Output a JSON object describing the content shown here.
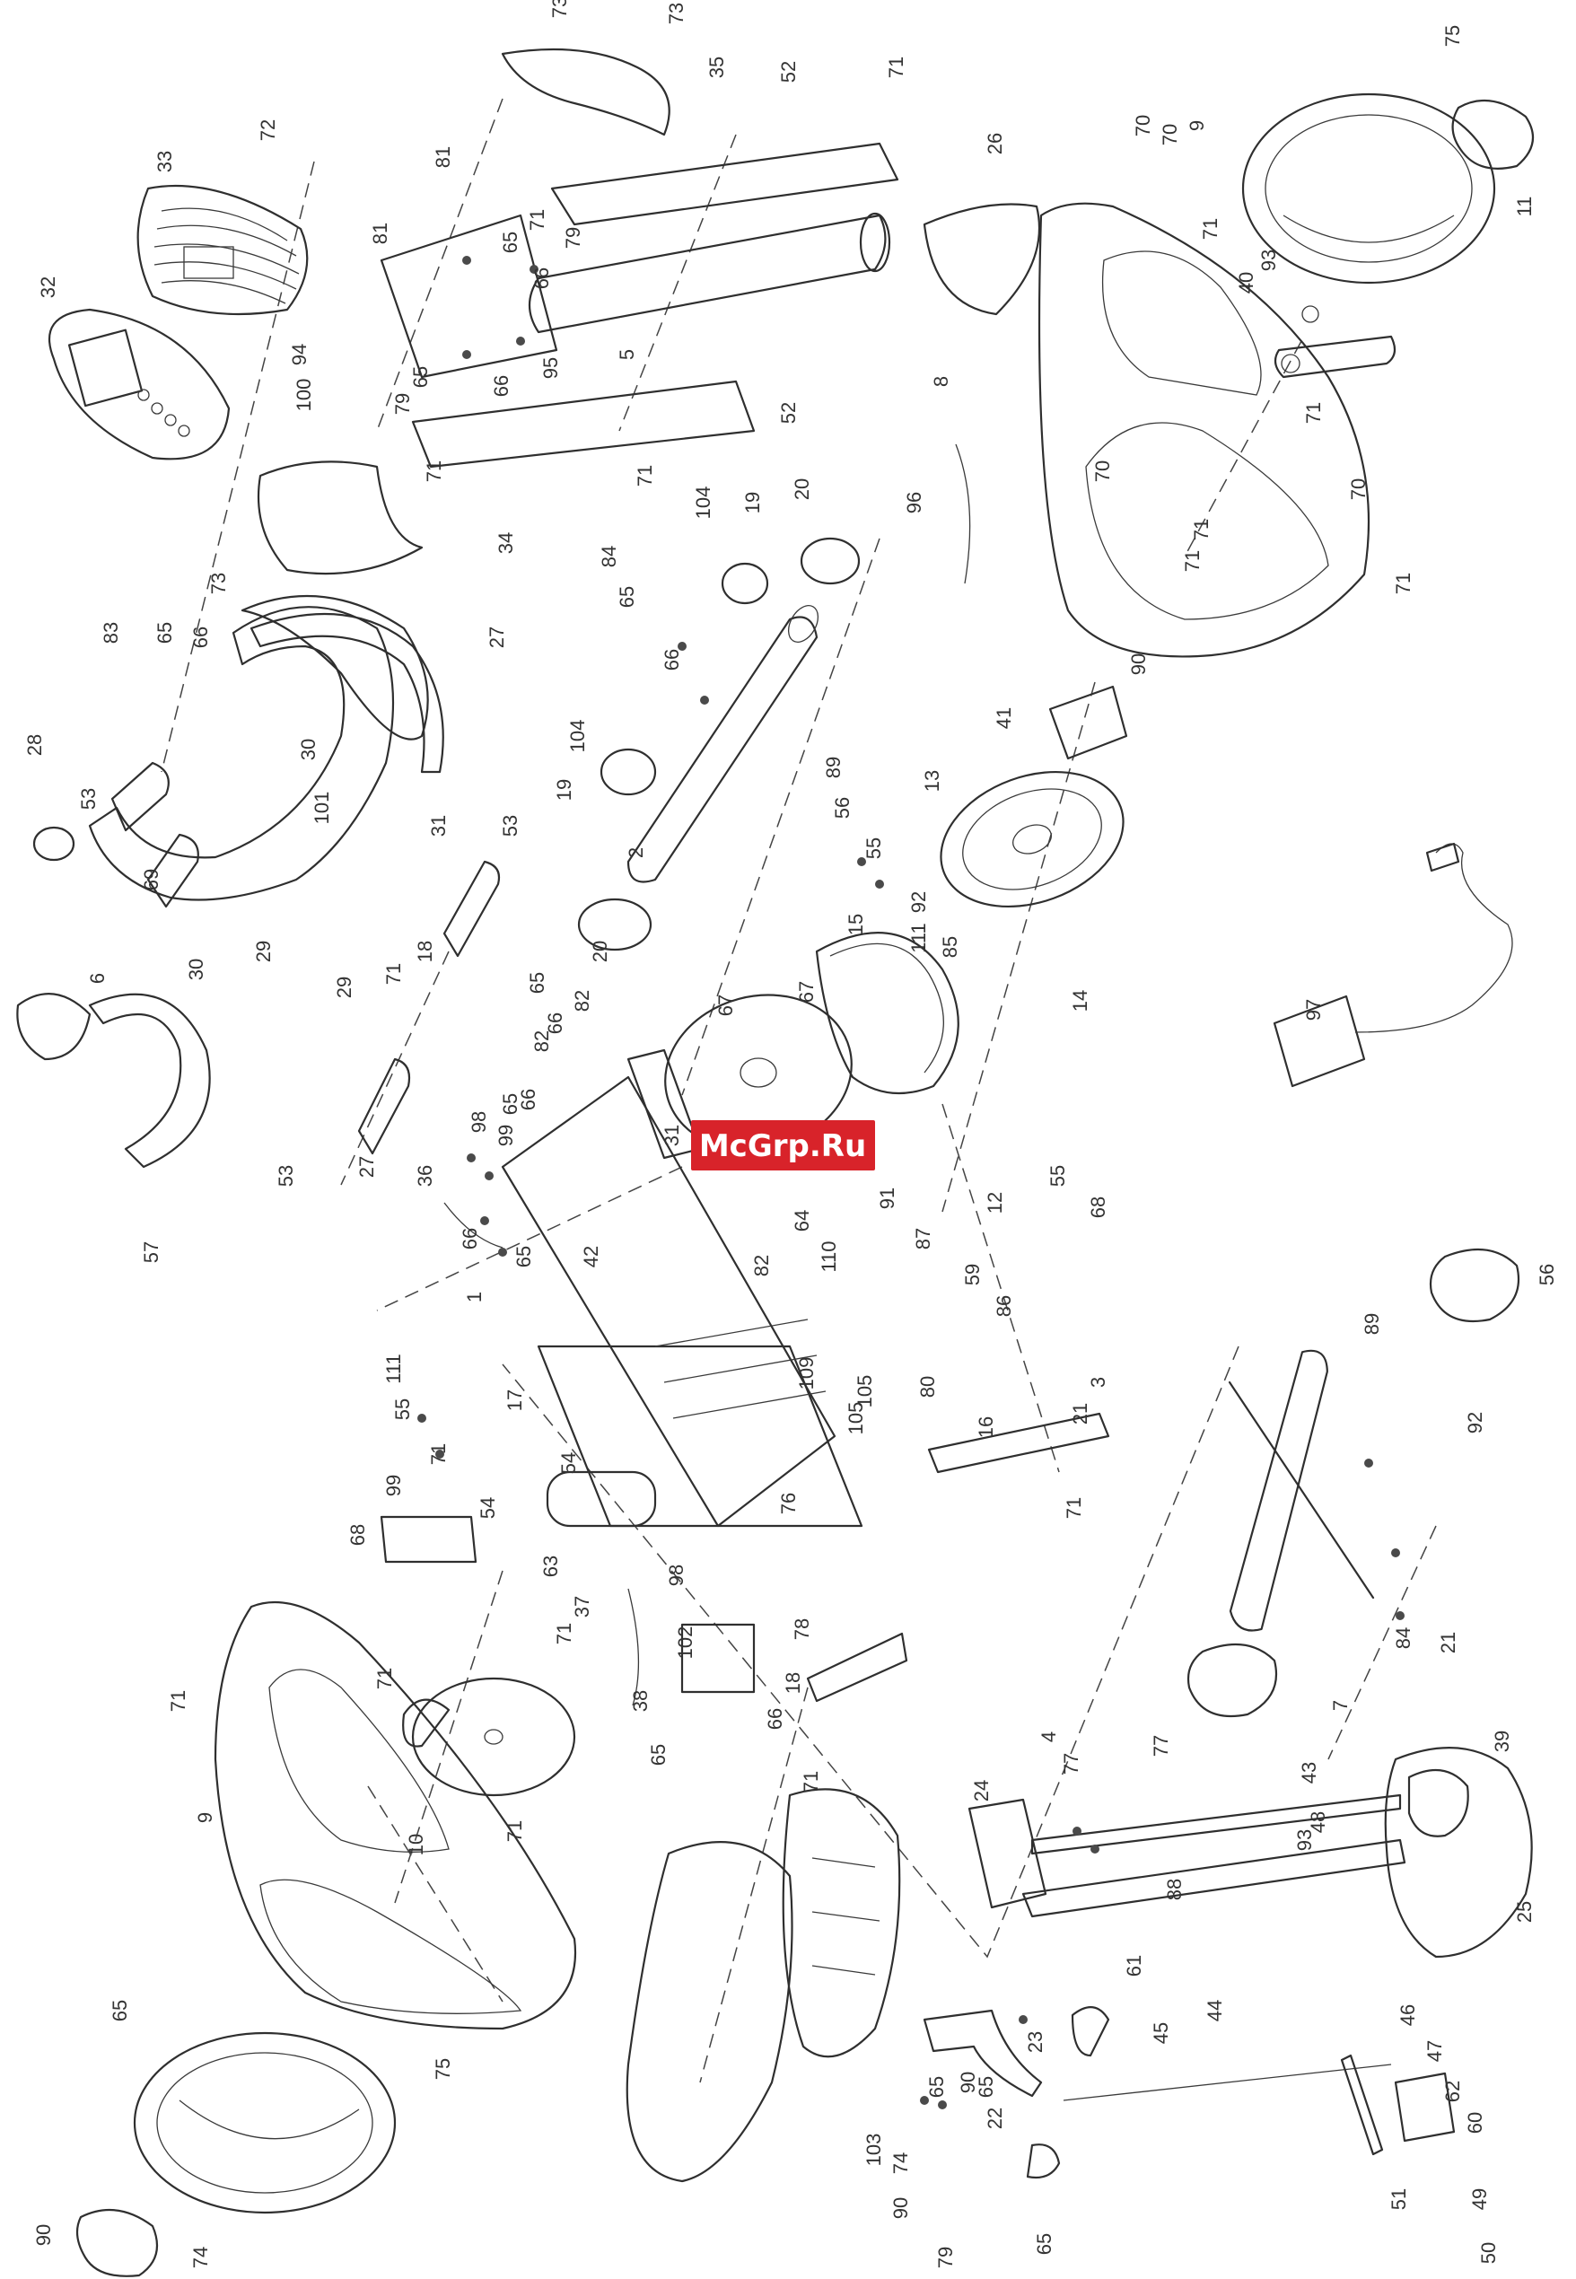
{
  "watermark": {
    "text": "McGrp.Ru",
    "background": "#d8232a"
  },
  "callouts": [
    {
      "label": "73"
    },
    {
      "label": "73"
    },
    {
      "label": "35"
    },
    {
      "label": "52"
    },
    {
      "label": "71"
    },
    {
      "label": "26"
    },
    {
      "label": "70"
    },
    {
      "label": "70"
    },
    {
      "label": "9"
    },
    {
      "label": "75"
    },
    {
      "label": "11"
    },
    {
      "label": "72"
    },
    {
      "label": "33"
    },
    {
      "label": "32"
    },
    {
      "label": "94"
    },
    {
      "label": "100"
    },
    {
      "label": "81"
    },
    {
      "label": "81"
    },
    {
      "label": "71"
    },
    {
      "label": "65"
    },
    {
      "label": "79"
    },
    {
      "label": "66"
    },
    {
      "label": "5"
    },
    {
      "label": "95"
    },
    {
      "label": "65"
    },
    {
      "label": "66"
    },
    {
      "label": "79"
    },
    {
      "label": "52"
    },
    {
      "label": "71"
    },
    {
      "label": "71"
    },
    {
      "label": "34"
    },
    {
      "label": "73"
    },
    {
      "label": "104"
    },
    {
      "label": "19"
    },
    {
      "label": "20"
    },
    {
      "label": "96"
    },
    {
      "label": "71"
    },
    {
      "label": "8"
    },
    {
      "label": "40"
    },
    {
      "label": "93"
    },
    {
      "label": "71"
    },
    {
      "label": "71"
    },
    {
      "label": "70"
    },
    {
      "label": "70"
    },
    {
      "label": "71"
    },
    {
      "label": "71"
    },
    {
      "label": "90"
    },
    {
      "label": "41"
    },
    {
      "label": "83"
    },
    {
      "label": "65"
    },
    {
      "label": "66"
    },
    {
      "label": "27"
    },
    {
      "label": "84"
    },
    {
      "label": "65"
    },
    {
      "label": "66"
    },
    {
      "label": "104"
    },
    {
      "label": "19"
    },
    {
      "label": "28"
    },
    {
      "label": "53"
    },
    {
      "label": "30"
    },
    {
      "label": "101"
    },
    {
      "label": "69"
    },
    {
      "label": "30"
    },
    {
      "label": "29"
    },
    {
      "label": "29"
    },
    {
      "label": "6"
    },
    {
      "label": "31"
    },
    {
      "label": "53"
    },
    {
      "label": "18"
    },
    {
      "label": "71"
    },
    {
      "label": "2"
    },
    {
      "label": "89"
    },
    {
      "label": "56"
    },
    {
      "label": "55"
    },
    {
      "label": "92"
    },
    {
      "label": "111"
    },
    {
      "label": "15"
    },
    {
      "label": "13"
    },
    {
      "label": "85"
    },
    {
      "label": "14"
    },
    {
      "label": "97"
    },
    {
      "label": "20"
    },
    {
      "label": "82"
    },
    {
      "label": "65"
    },
    {
      "label": "66"
    },
    {
      "label": "82"
    },
    {
      "label": "65"
    },
    {
      "label": "66"
    },
    {
      "label": "99"
    },
    {
      "label": "98"
    },
    {
      "label": "36"
    },
    {
      "label": "67"
    },
    {
      "label": "67"
    },
    {
      "label": "31"
    },
    {
      "label": "53"
    },
    {
      "label": "27"
    },
    {
      "label": "57"
    },
    {
      "label": "91"
    },
    {
      "label": "12"
    },
    {
      "label": "87"
    },
    {
      "label": "55"
    },
    {
      "label": "68"
    },
    {
      "label": "64"
    },
    {
      "label": "110"
    },
    {
      "label": "82"
    },
    {
      "label": "66"
    },
    {
      "label": "65"
    },
    {
      "label": "1"
    },
    {
      "label": "42"
    },
    {
      "label": "59"
    },
    {
      "label": "86"
    },
    {
      "label": "109"
    },
    {
      "label": "80"
    },
    {
      "label": "105"
    },
    {
      "label": "105"
    },
    {
      "label": "16"
    },
    {
      "label": "3"
    },
    {
      "label": "21"
    },
    {
      "label": "71"
    },
    {
      "label": "89"
    },
    {
      "label": "56"
    },
    {
      "label": "92"
    },
    {
      "label": "111"
    },
    {
      "label": "55"
    },
    {
      "label": "71"
    },
    {
      "label": "99"
    },
    {
      "label": "54"
    },
    {
      "label": "17"
    },
    {
      "label": "54"
    },
    {
      "label": "76"
    },
    {
      "label": "68"
    },
    {
      "label": "63"
    },
    {
      "label": "98"
    },
    {
      "label": "37"
    },
    {
      "label": "71"
    },
    {
      "label": "102"
    },
    {
      "label": "38"
    },
    {
      "label": "78"
    },
    {
      "label": "18"
    },
    {
      "label": "66"
    },
    {
      "label": "65"
    },
    {
      "label": "71"
    },
    {
      "label": "84"
    },
    {
      "label": "21"
    },
    {
      "label": "7"
    },
    {
      "label": "39"
    },
    {
      "label": "93"
    },
    {
      "label": "71"
    },
    {
      "label": "71"
    },
    {
      "label": "71"
    },
    {
      "label": "9"
    },
    {
      "label": "10"
    },
    {
      "label": "75"
    },
    {
      "label": "65"
    },
    {
      "label": "90"
    },
    {
      "label": "74"
    },
    {
      "label": "4"
    },
    {
      "label": "77"
    },
    {
      "label": "77"
    },
    {
      "label": "24"
    },
    {
      "label": "43"
    },
    {
      "label": "48"
    },
    {
      "label": "25"
    },
    {
      "label": "88"
    },
    {
      "label": "44"
    },
    {
      "label": "61"
    },
    {
      "label": "45"
    },
    {
      "label": "46"
    },
    {
      "label": "47"
    },
    {
      "label": "62"
    },
    {
      "label": "60"
    },
    {
      "label": "49"
    },
    {
      "label": "50"
    },
    {
      "label": "51"
    },
    {
      "label": "65"
    },
    {
      "label": "79"
    },
    {
      "label": "90"
    },
    {
      "label": "74"
    },
    {
      "label": "103"
    },
    {
      "label": "65"
    },
    {
      "label": "90"
    },
    {
      "label": "65"
    },
    {
      "label": "22"
    },
    {
      "label": "23"
    }
  ]
}
